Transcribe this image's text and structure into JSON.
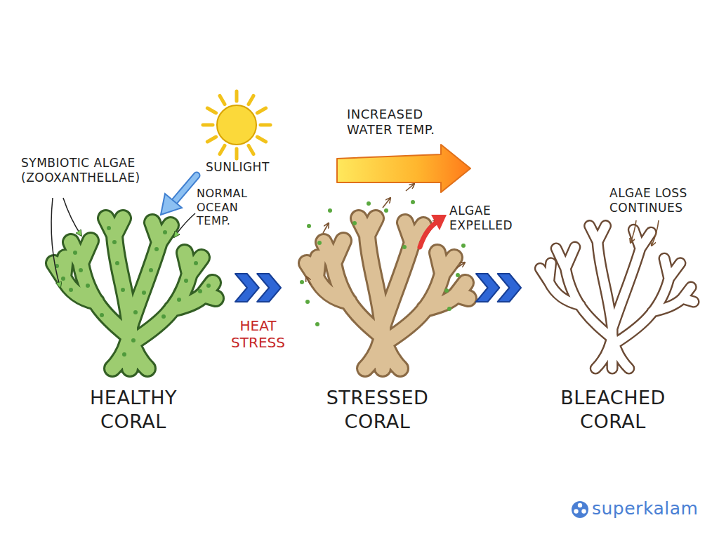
{
  "diagram": {
    "nodes": [
      {
        "text": [
          "HEALTHY CORAL"
        ]
      },
      {
        "text": [
          "STRESSED CORAL"
        ]
      },
      {
        "text": [
          "BLEACHED CORAL"
        ]
      }
    ],
    "edges": [
      {
        "from": 0,
        "to": 1,
        "arrow": "to",
        "label": "HEAT STRESS"
      },
      {
        "from": 1,
        "to": 2,
        "arrow": "to"
      }
    ],
    "labels": [
      "SYMBIOTIC ALGAE (ZOOXANTHELLAE)",
      "SUNLIGHT",
      "NORMAL OCEAN TEMP.",
      "INCREASED WATER TEMP.",
      "ALGAE EXPELLED",
      "ALGAE LOSS CONTINUES",
      "superkalam"
    ]
  }
}
